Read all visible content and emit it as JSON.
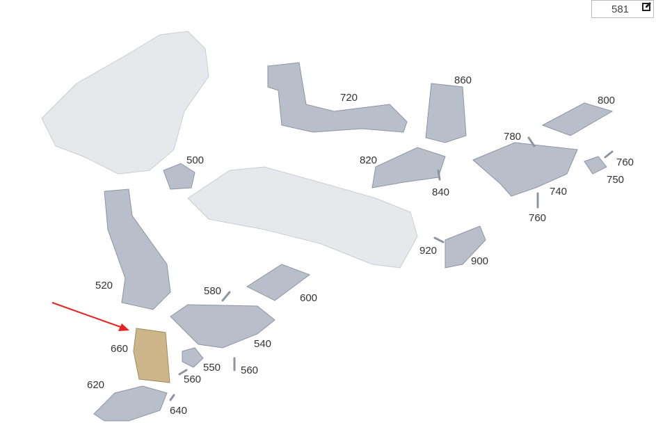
{
  "reference_box": {
    "value": "581",
    "icon": "edit-icon"
  },
  "highlight_color": "#e8231f",
  "labels": [
    {
      "id": "720",
      "text": "720"
    },
    {
      "id": "860",
      "text": "860"
    },
    {
      "id": "800",
      "text": "800"
    },
    {
      "id": "780",
      "text": "780"
    },
    {
      "id": "760a",
      "text": "760"
    },
    {
      "id": "820",
      "text": "820"
    },
    {
      "id": "840",
      "text": "840"
    },
    {
      "id": "740",
      "text": "740"
    },
    {
      "id": "750",
      "text": "750"
    },
    {
      "id": "760b",
      "text": "760"
    },
    {
      "id": "500",
      "text": "500"
    },
    {
      "id": "920",
      "text": "920"
    },
    {
      "id": "900",
      "text": "900"
    },
    {
      "id": "520",
      "text": "520"
    },
    {
      "id": "580",
      "text": "580"
    },
    {
      "id": "600",
      "text": "600"
    },
    {
      "id": "540",
      "text": "540"
    },
    {
      "id": "660",
      "text": "660"
    },
    {
      "id": "550",
      "text": "550"
    },
    {
      "id": "560a",
      "text": "560"
    },
    {
      "id": "560b",
      "text": "560"
    },
    {
      "id": "620",
      "text": "620"
    },
    {
      "id": "640",
      "text": "640"
    }
  ]
}
